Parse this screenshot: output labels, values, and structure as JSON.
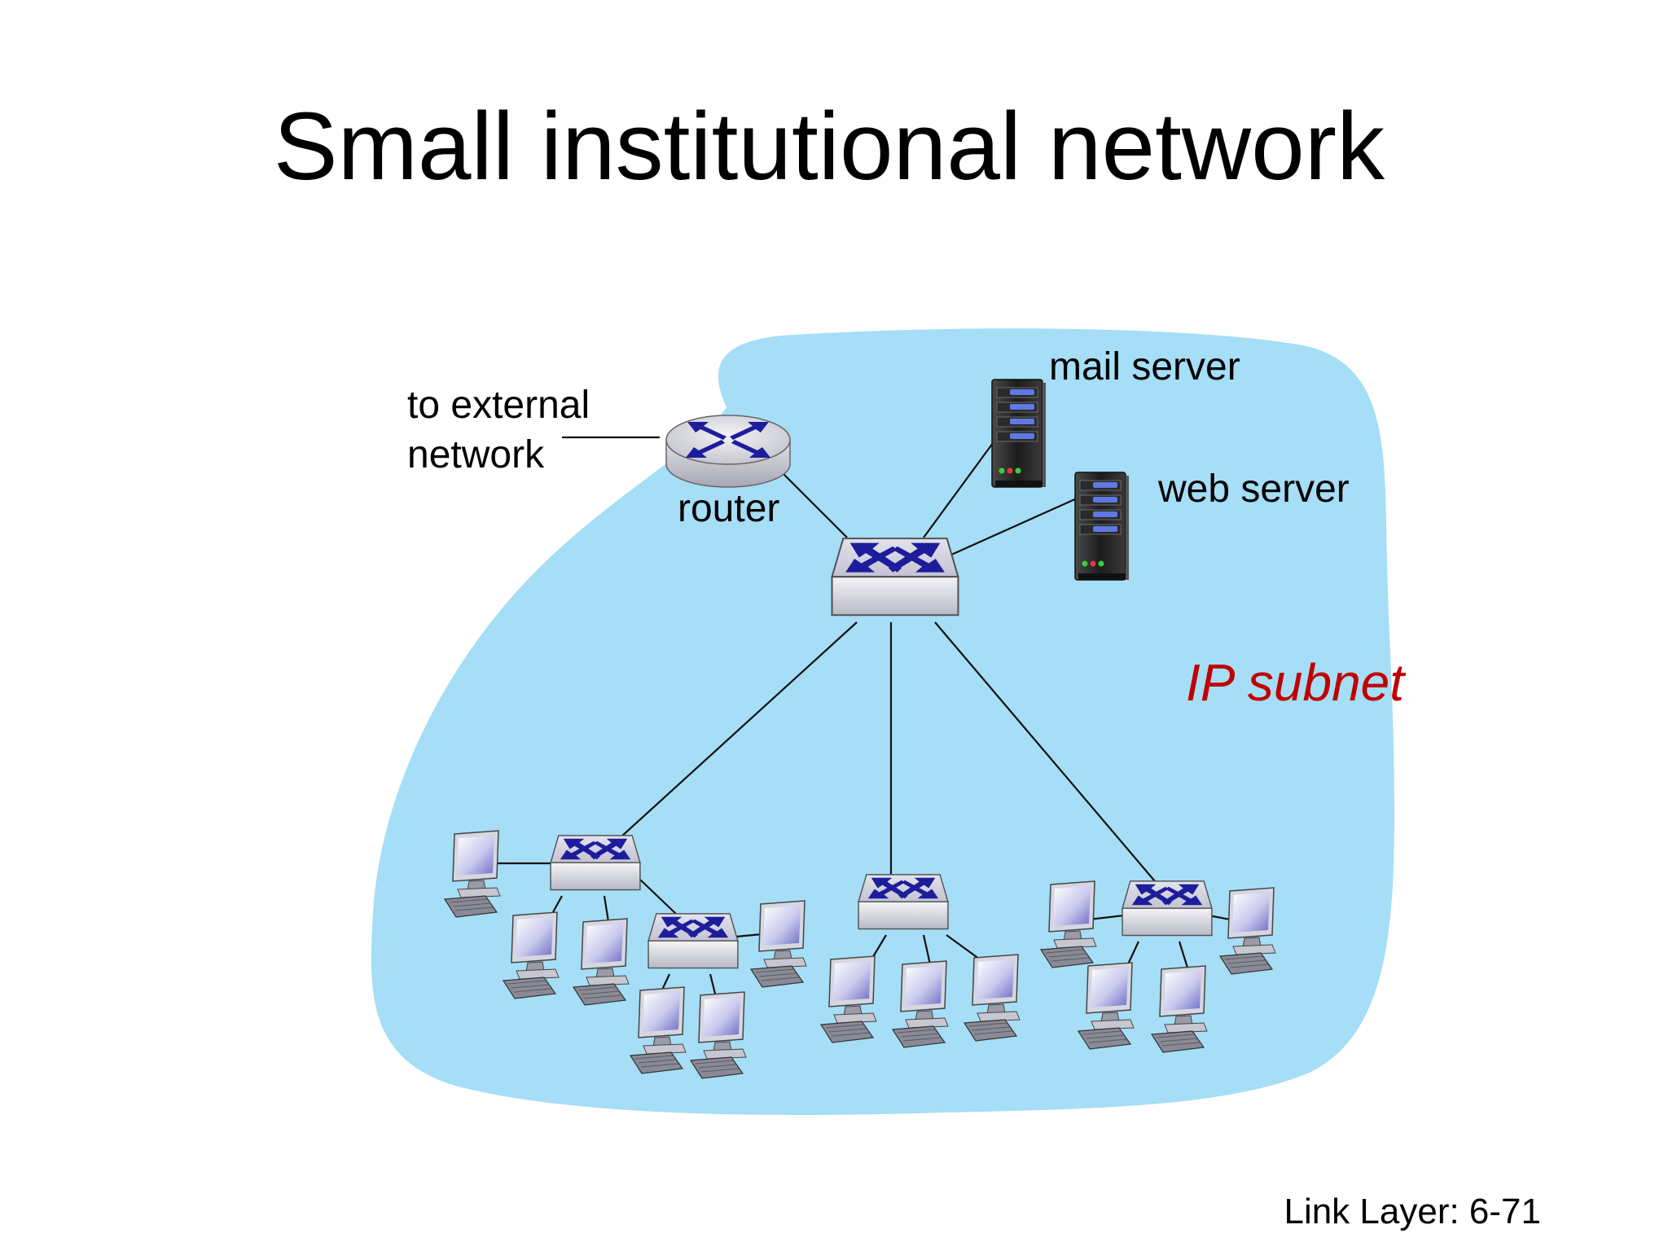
{
  "slide": {
    "title": "Small institutional network",
    "footer": "Link Layer: 6-71"
  },
  "labels": {
    "external": [
      "to external",
      "network"
    ],
    "router": "router",
    "mail_server": "mail server",
    "web_server": "web server",
    "subnet": "IP subnet"
  },
  "icons": {
    "router": "router-icon",
    "switch": "switch-icon",
    "server": "server-icon",
    "host": "desktop-computer-icon"
  },
  "colors": {
    "subnet_fill": "#a5def6",
    "subnet_label": "#c00000",
    "arrow_blue": "#1d1d9c"
  }
}
